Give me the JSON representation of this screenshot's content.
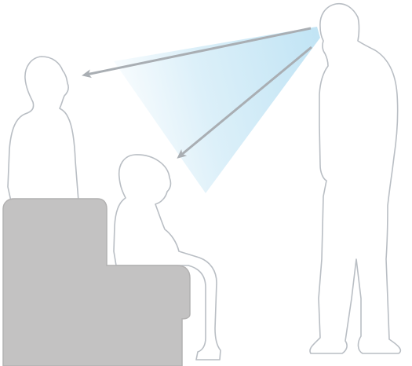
{
  "colors": {
    "background": "#ffffff",
    "outline": "#b9bec4",
    "sight_arrow": "#a9aeb3",
    "view_cone": "#bfe3f4",
    "platform": "#c3c2c2",
    "platform_edge": "#b2b1b1",
    "accent_green": "#5f8a3f"
  },
  "figures": [
    {
      "role": "adult-standing-right"
    },
    {
      "role": "child-standing-on-step"
    },
    {
      "role": "child-seated-on-low-step"
    }
  ],
  "sightlines": [
    {
      "from": "adult-standing-right",
      "to": "child-standing-on-step"
    },
    {
      "from": "adult-standing-right",
      "to": "child-seated-on-low-step"
    }
  ]
}
